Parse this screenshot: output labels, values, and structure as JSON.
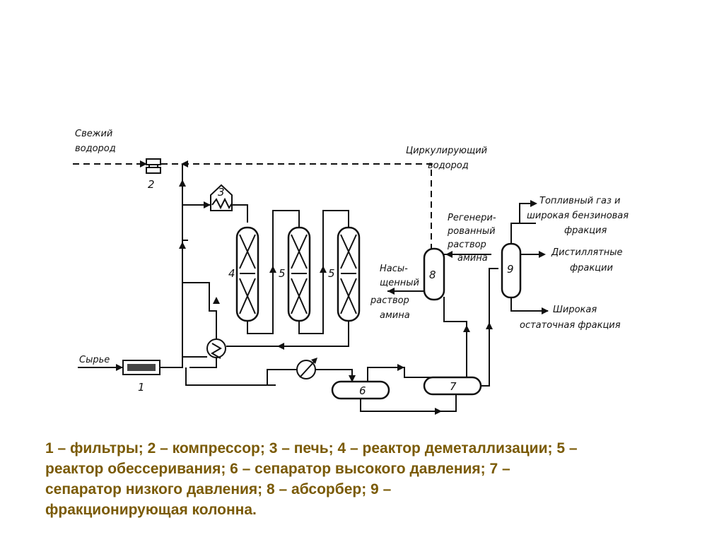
{
  "labels": {
    "fresh_hydrogen": [
      "Свежий",
      "водород"
    ],
    "circulating_hydrogen": [
      "Циркулирующий",
      "водород"
    ],
    "feed": "Сырье",
    "regenerated_amine": [
      "Регенери-",
      "рованный",
      "раствор",
      "амина"
    ],
    "saturated_amine": [
      "Насы-",
      "щенный",
      "раствор",
      "амина"
    ],
    "fuel_gas": [
      "Топливный газ и",
      "широкая бензиновая",
      "фракция"
    ],
    "distillate": [
      "Дистиллятные",
      "фракции"
    ],
    "residue": [
      "Широкая",
      "остаточная фракция"
    ]
  },
  "numbers": {
    "filter": "1",
    "compressor": "2",
    "furnace": "3",
    "reactor_demet": "4",
    "reactor_desulf_a": "5",
    "reactor_desulf_b": "5",
    "hp_separator": "6",
    "lp_separator": "7",
    "absorber": "8",
    "column": "9"
  },
  "caption": "1 – фильтры; 2 – компрессор; 3 – печь; 4 – реактор деметаллизации;         5 –\nреактор обессеривания; 6 – сепаратор высокого давления;                7 –\nсепаратор низкого давления; 8 – абсорбер;                                      9 –\nфракционирующая колонна."
}
